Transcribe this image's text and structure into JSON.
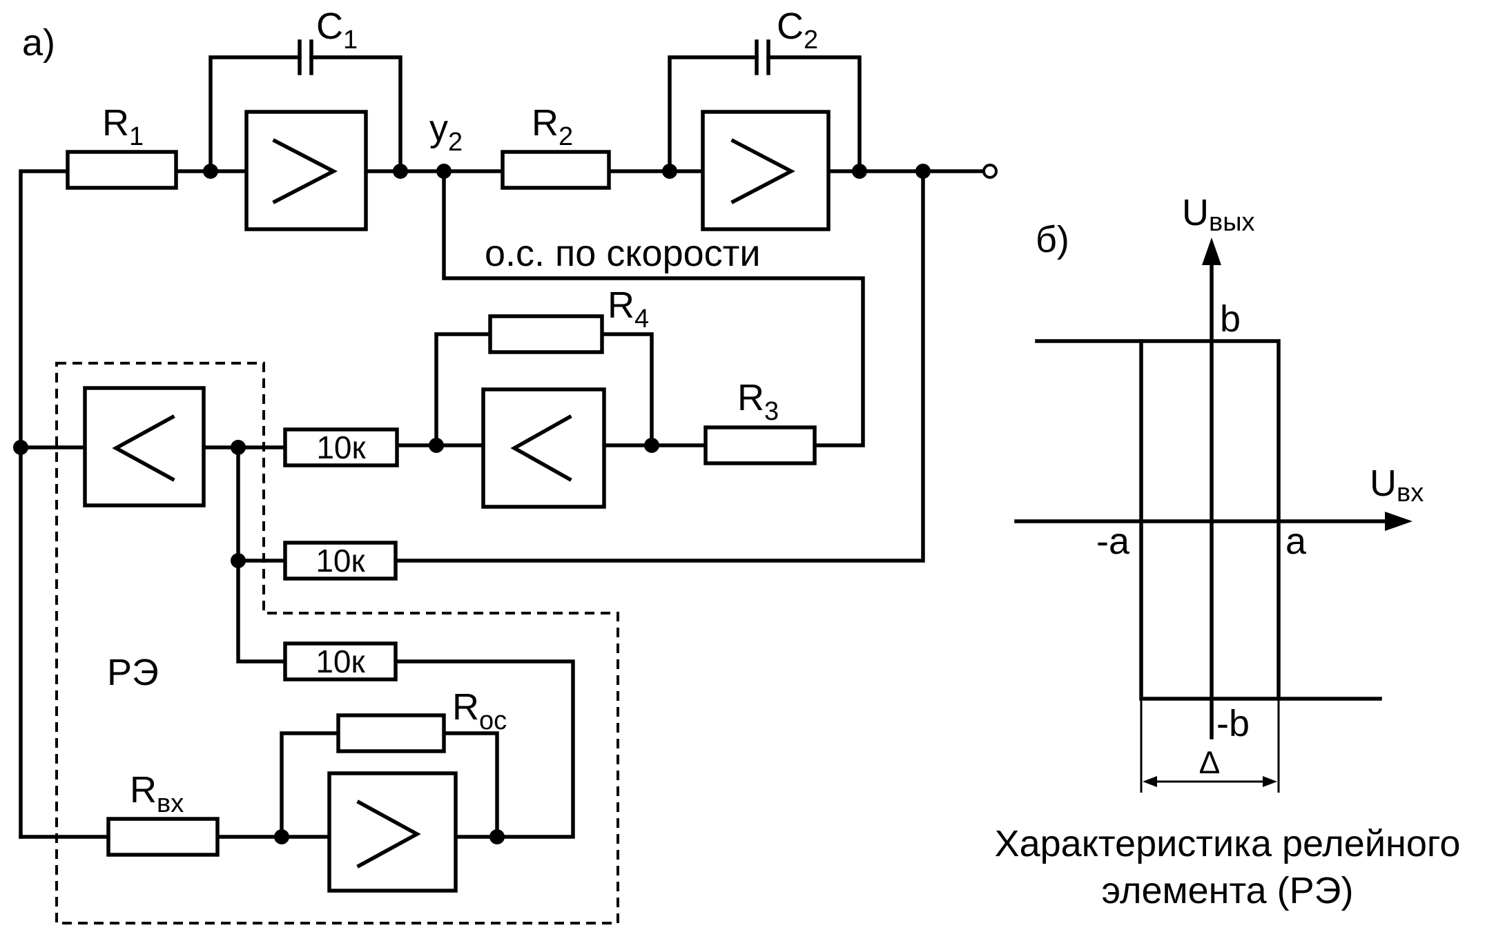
{
  "panel_a": {
    "label": "а)",
    "c1": {
      "main": "C",
      "sub": "1"
    },
    "c2": {
      "main": "C",
      "sub": "2"
    },
    "r1": {
      "main": "R",
      "sub": "1"
    },
    "r2": {
      "main": "R",
      "sub": "2"
    },
    "r3": {
      "main": "R",
      "sub": "3"
    },
    "r4": {
      "main": "R",
      "sub": "4"
    },
    "y2": {
      "main": "y",
      "sub": "2"
    },
    "speed_feedback": "о.с. по скорости",
    "res_10k_1": "10к",
    "res_10k_2": "10к",
    "res_10k_3": "10к",
    "relay_element": "РЭ",
    "r_in": {
      "main": "R",
      "sub": "вх"
    },
    "r_fb": {
      "main": "R",
      "sub": "ос"
    }
  },
  "panel_b": {
    "label": "б)",
    "u_out": {
      "main": "U",
      "sub": "вых"
    },
    "u_in": {
      "main": "U",
      "sub": "вх"
    },
    "b": "b",
    "minus_b": "-b",
    "a": "a",
    "minus_a": "-a",
    "delta": "∆",
    "caption_line1": "Характеристика релейного",
    "caption_line2": "элемента (РЭ)"
  }
}
